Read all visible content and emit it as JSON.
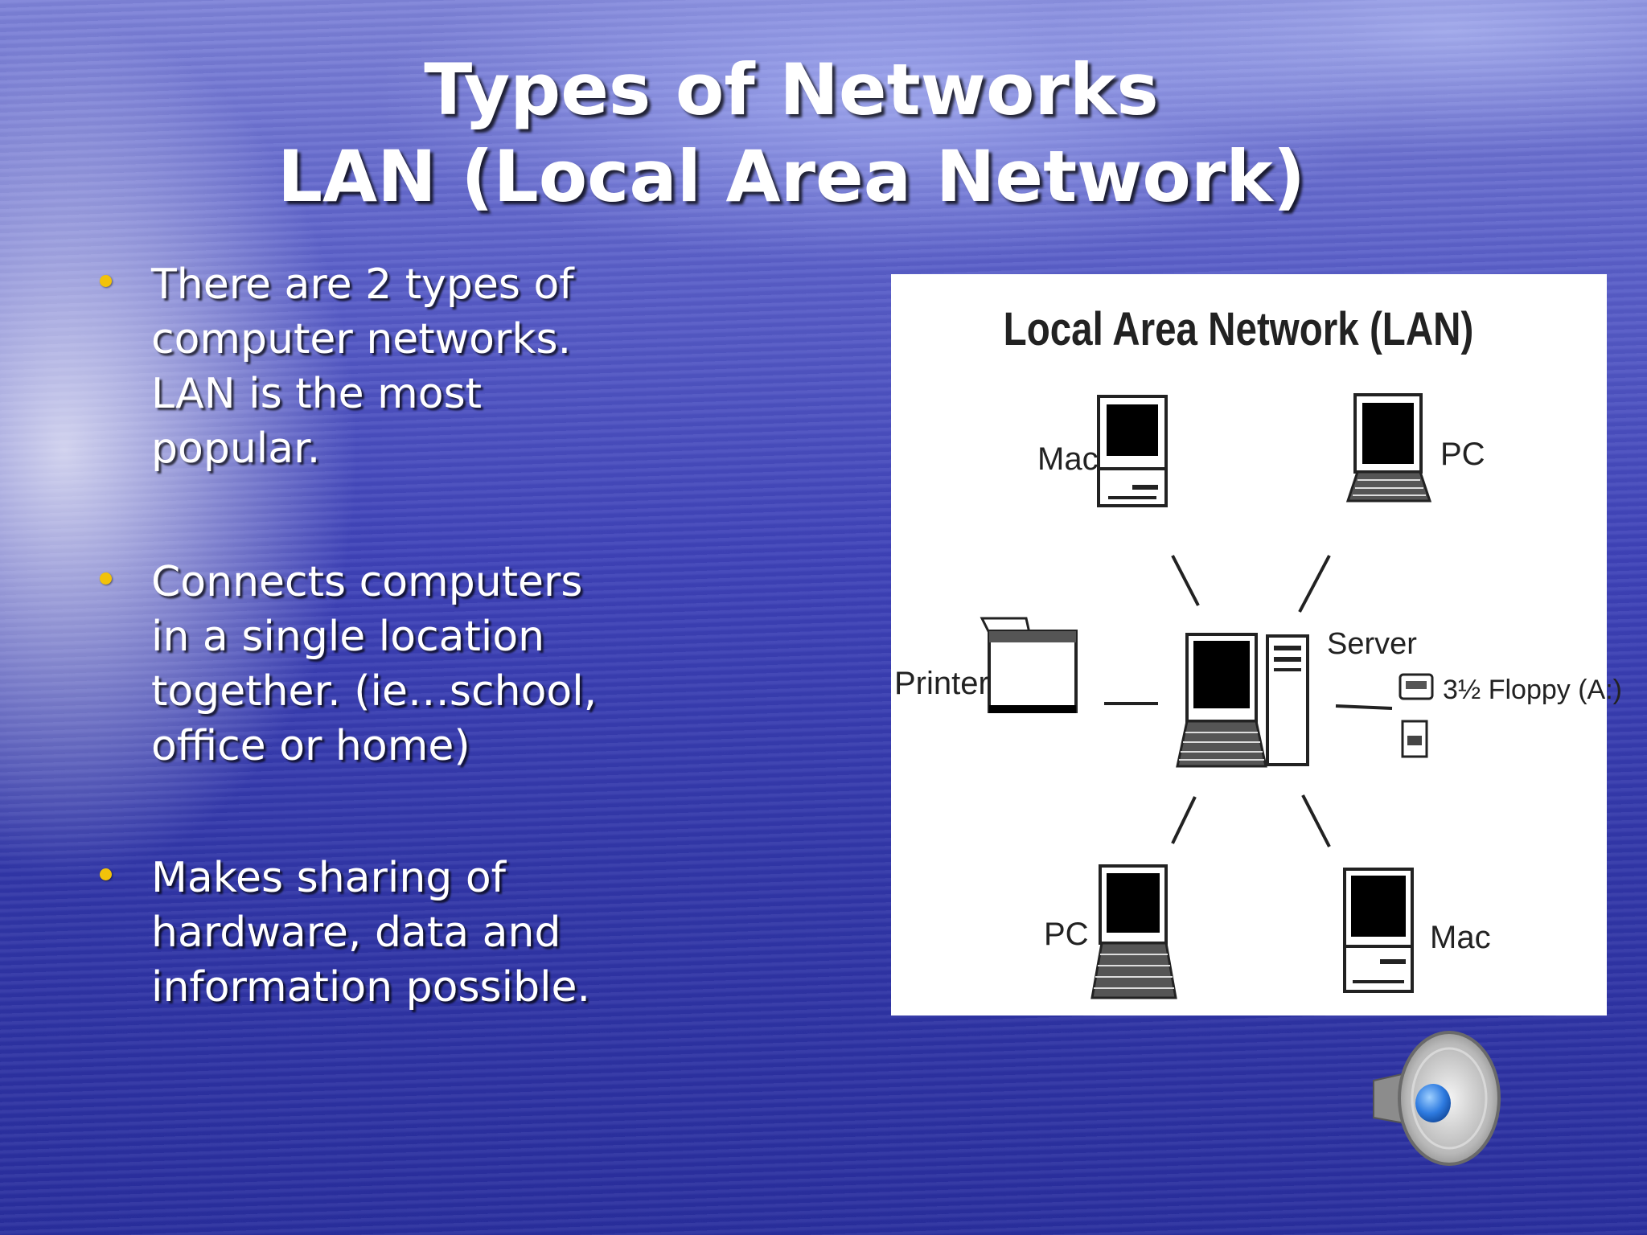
{
  "slide": {
    "title_line1": "Types of Networks",
    "title_line2": "LAN (Local Area Network)",
    "bullets": [
      "There are 2 types of computer networks. LAN is the most popular.",
      "Connects computers in a single location together.  (ie…school, office or home)",
      "Makes sharing of hardware, data and information possible."
    ],
    "bullet_color": "#f2c20a"
  },
  "diagram": {
    "title": "Local Area Network (LAN)",
    "labels": {
      "top_left": "Mac",
      "top_right": "PC",
      "left": "Printer",
      "server": "Server",
      "floppy": "3½ Floppy (A:)",
      "bottom_left": "PC",
      "bottom_right": "Mac"
    }
  },
  "icons": {
    "sound": "speaker-icon"
  }
}
